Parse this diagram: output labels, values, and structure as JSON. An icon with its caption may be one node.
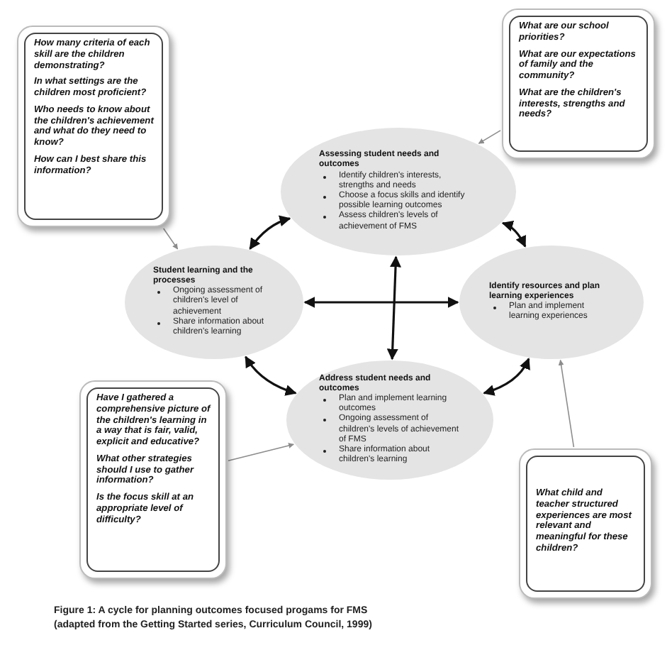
{
  "diagram": {
    "caption": "Figure 1: A cycle for planning outcomes focused progams for FMS (adapted from the Getting Started series, Curriculum Council, 1999)",
    "nodes": [
      {
        "text": [
          "How many criteria of each skill are the children demonstrating?",
          "In what settings are the children most proficient?",
          "Who needs to know about the children's achievement and what do they need to know?",
          "How can I best share this information?"
        ]
      },
      {
        "text": [
          "What are our school priorities?",
          "What are our expectations of family and the community?",
          "What are the children's interests, strengths and needs?"
        ]
      },
      {
        "text": [
          "Assessing student needs and outcomes",
          "Identify children's interests, strengths and needs",
          "Choose a focus skills and identify possible learning outcomes",
          "Assess children's levels of achievement of FMS"
        ]
      },
      {
        "text": [
          "Student learning and the processes",
          "Ongoing assessment of children's level of achievement",
          "Share information about children's learning"
        ]
      },
      {
        "text": [
          "Identify resources and plan learning experiences",
          "Plan and implement learning experiences"
        ]
      },
      {
        "text": [
          "Address student needs and outcomes",
          "Plan and implement learning outcomes",
          "Ongoing assessment of children's levels of achievement of FMS",
          "Share information about children's learning"
        ]
      },
      {
        "text": [
          "Have I gathered a comprehensive picture of the children's learning in a way that is fair, valid, explicit and educative?",
          "What other strategies should I use to gather information?",
          "Is the focus skill at an appropriate level of difficulty?"
        ]
      },
      {
        "text": [
          "What child and teacher structured experiences are most relevant and meaningful for these children?"
        ]
      }
    ],
    "edges": [
      {
        "from": 3,
        "to": 2,
        "arrow": "both"
      },
      {
        "from": 2,
        "to": 4,
        "arrow": "both"
      },
      {
        "from": 4,
        "to": 5,
        "arrow": "both"
      },
      {
        "from": 5,
        "to": 3,
        "arrow": "both"
      },
      {
        "from": 2,
        "to": 5,
        "arrow": "both"
      },
      {
        "from": 3,
        "to": 4,
        "arrow": "both"
      },
      {
        "from": 0,
        "to": 3,
        "arrow": "to",
        "color": "#8c8c8c"
      },
      {
        "from": 1,
        "to": 2,
        "arrow": "to",
        "color": "#8c8c8c"
      },
      {
        "from": 6,
        "to": 5,
        "arrow": "to",
        "color": "#8c8c8c"
      },
      {
        "from": 7,
        "to": 4,
        "arrow": "to",
        "color": "#8c8c8c"
      }
    ]
  }
}
